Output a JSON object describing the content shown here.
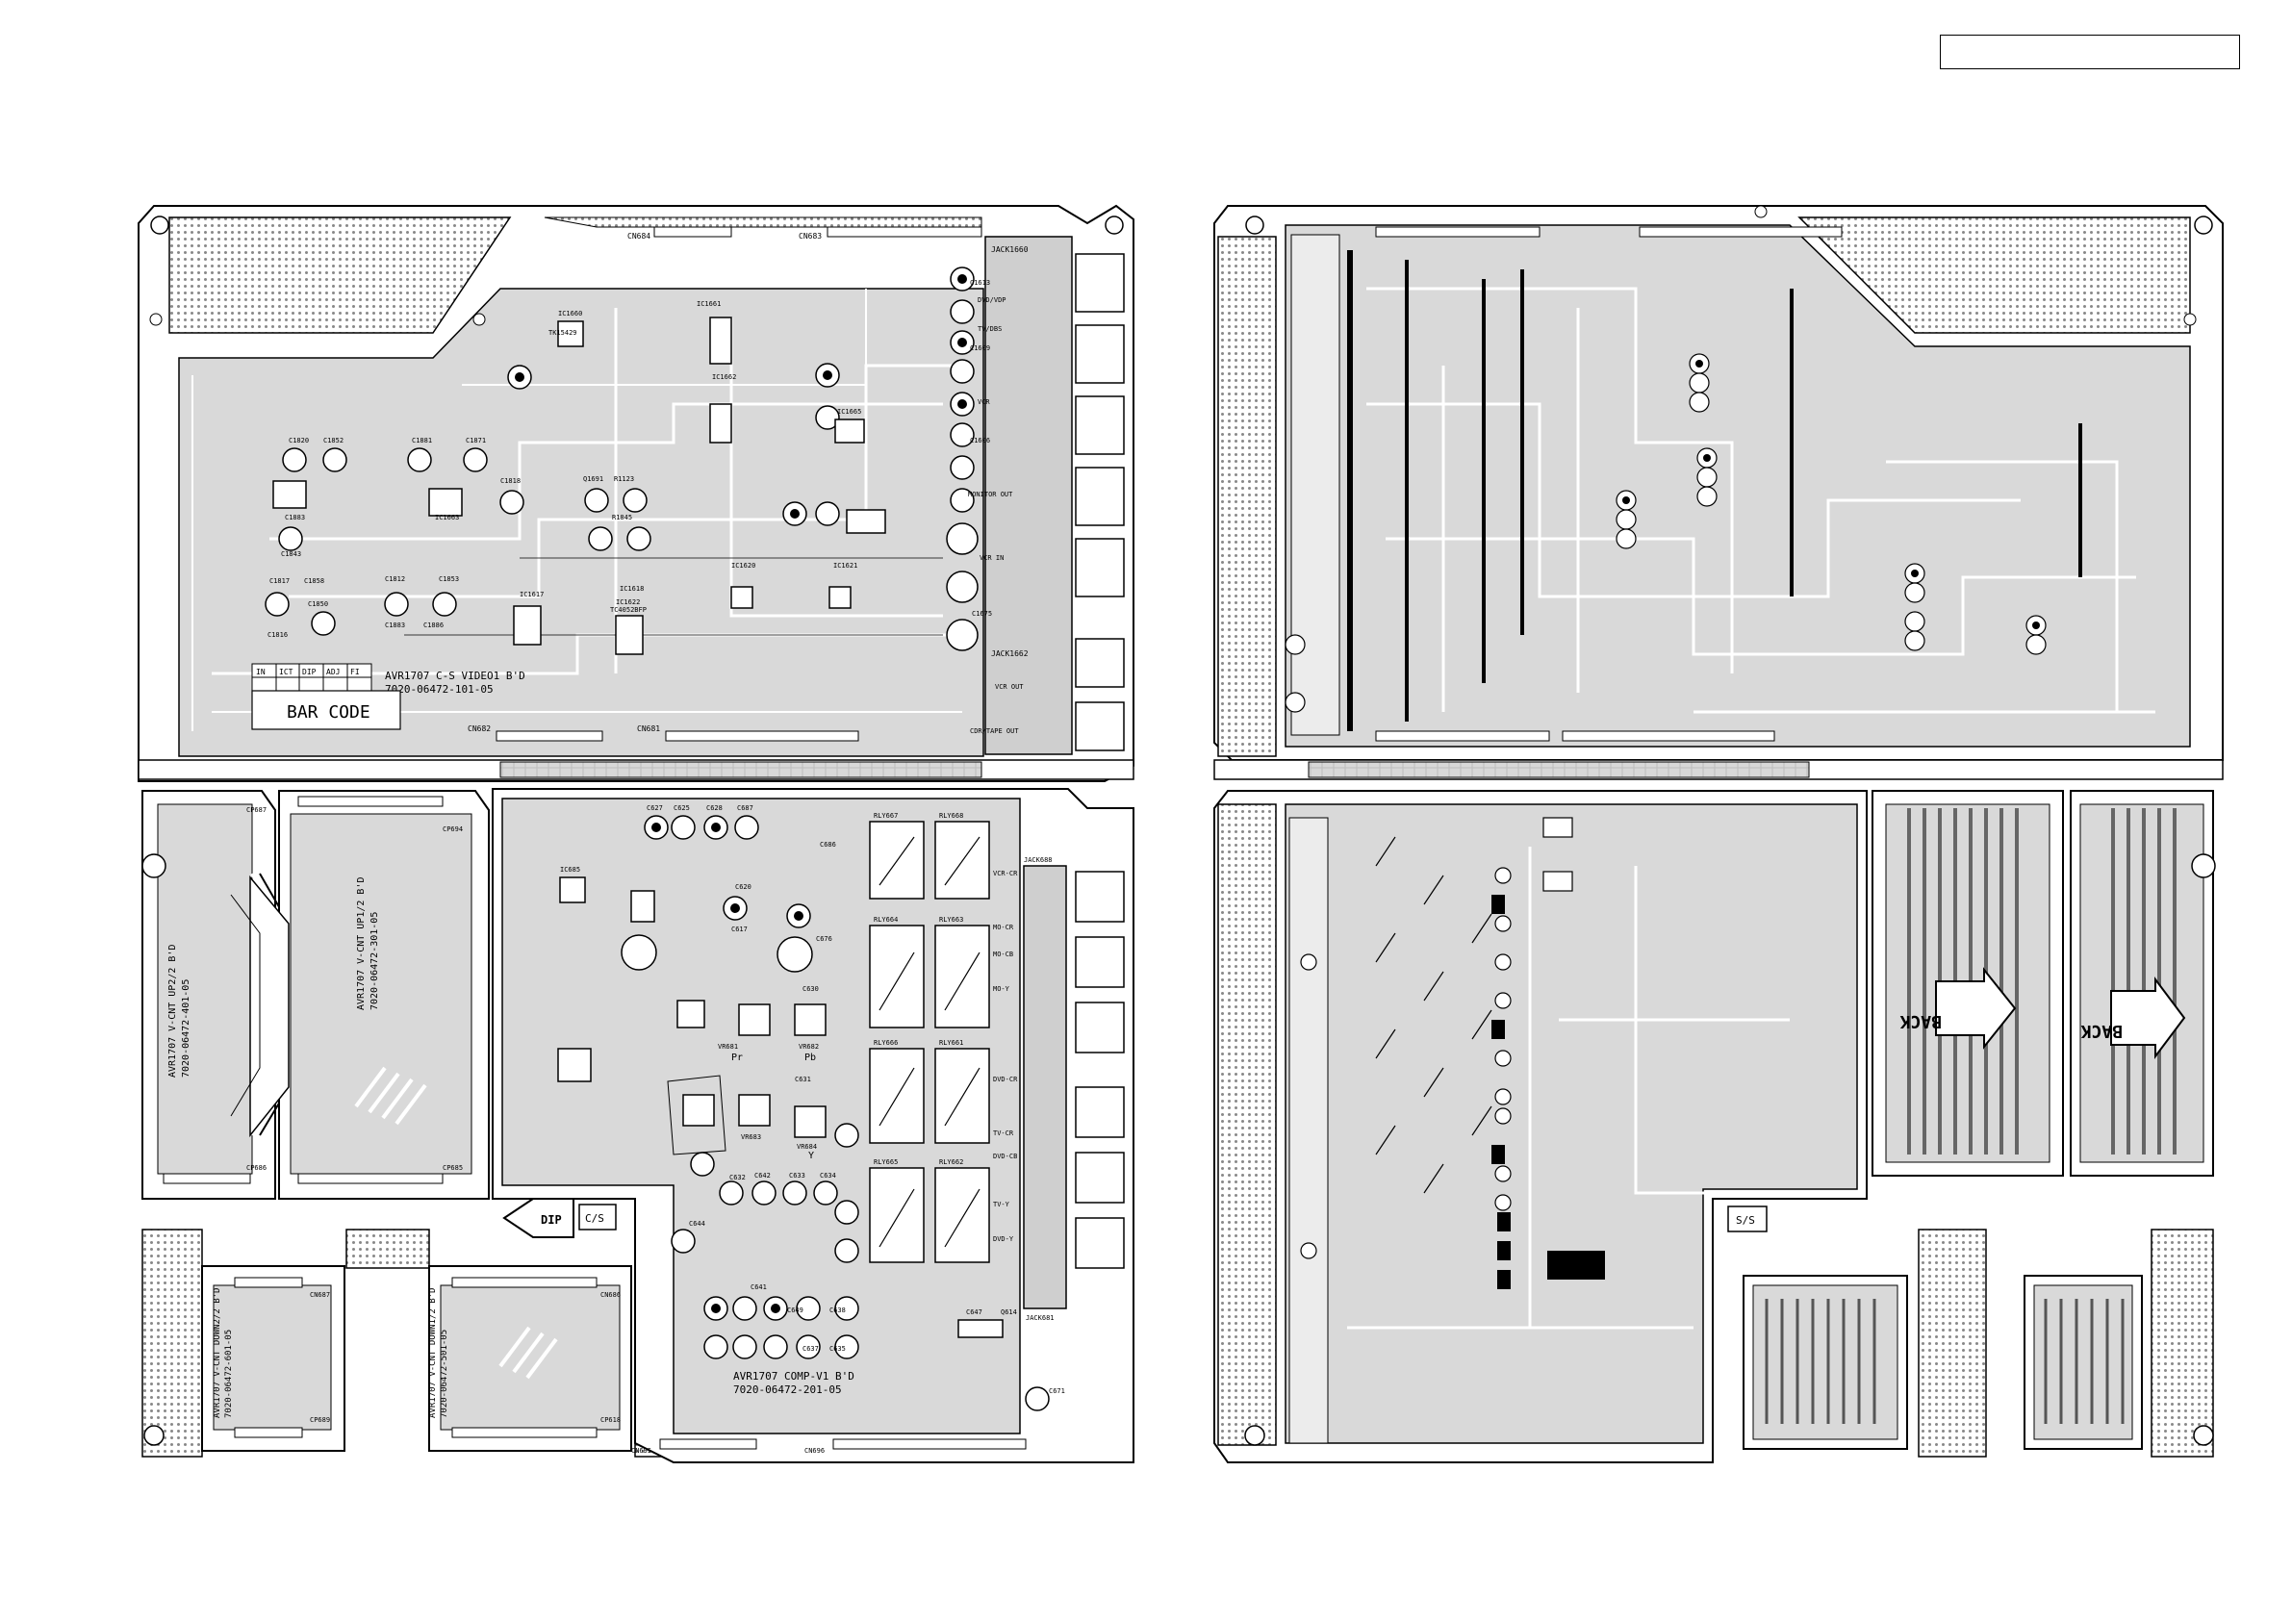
{
  "boards": {
    "video1": {
      "label": "AVR1707 C-S VIDEO1 B'D",
      "code": "7020-06472-101-05",
      "barcode": "BAR CODE",
      "table_headers": [
        "IN",
        "ICT",
        "DIP",
        "ADJ",
        "FI"
      ],
      "connectors": [
        "CN684",
        "CN683",
        "CN682",
        "CN681"
      ],
      "jacks": [
        "JACK1660",
        "JACK1662"
      ],
      "jack_labels": [
        "DVD/VDP",
        "TV/DBS",
        "VCR",
        "MONITOR OUT",
        "VCR IN",
        "VCR OUT",
        "CDR/TAPE OUT"
      ],
      "ics": [
        "IC1660",
        "IC1661",
        "IC1662",
        "IC1663",
        "IC1665",
        "IC1617",
        "IC1618",
        "IC1620",
        "IC1621",
        "IC1622"
      ],
      "parts": [
        "C1820",
        "C1852",
        "C1881",
        "C1871",
        "C1818",
        "C1883",
        "C1843",
        "C1817",
        "C1858",
        "C1812",
        "C1853",
        "C1816",
        "C1883",
        "C1850",
        "C1886",
        "C1613",
        "C1609",
        "C1606",
        "C1675",
        "Q1691",
        "R1123",
        "R1845"
      ],
      "transistor_type": "TK15429",
      "ic_type": "TC4052BFP"
    },
    "vcnt_up22": {
      "label": "AVR1707 V-CNT UP2/2 B'D",
      "code": "7020-06472-401-05",
      "connectors": [
        "CP687",
        "CP686"
      ]
    },
    "vcnt_up12": {
      "label": "AVR1707 V-CNT UP1/2 B'D",
      "code": "7020-06472-301-05",
      "connectors": [
        "CP694",
        "CP685"
      ]
    },
    "vcnt_down22": {
      "label": "AVR1707 V-CNT DOWN2/2 B'D",
      "code": "7020-06472-601-05",
      "connectors": [
        "CN687",
        "CP689"
      ]
    },
    "vcnt_down12": {
      "label": "AVR1707 V-CNT DOWN1/2 B'D",
      "code": "7020-06472-501-05",
      "connectors": [
        "CN686",
        "CP618"
      ]
    },
    "comp_v1": {
      "label": "AVR1707 COMP-V1 B'D",
      "code": "7020-06472-201-05",
      "connectors": [
        "CN695",
        "CN696"
      ],
      "relays": [
        "RLY667",
        "RLY668",
        "RLY664",
        "RLY663",
        "RLY666",
        "RLY661",
        "RLY665",
        "RLY662"
      ],
      "vr": [
        "VR681",
        "VR682",
        "VR683",
        "VR684"
      ],
      "vr_labels": [
        "Pr",
        "Pb",
        "Y"
      ],
      "jacks": [
        "JACK688",
        "JACK681"
      ],
      "jack_labels": [
        "VCR-CR",
        "MO-CR",
        "MO-CB",
        "MO-Y",
        "DVD-CR",
        "DVD-CB",
        "TV-CR",
        "TV-Y",
        "DVD-Y"
      ],
      "parts": [
        "C627",
        "C625",
        "C628",
        "C687",
        "C686",
        "C620",
        "C676",
        "C617",
        "C630",
        "C631",
        "C632",
        "C633",
        "C634",
        "C642",
        "C644",
        "C641",
        "C649",
        "C638",
        "C635",
        "C637",
        "C647",
        "C671",
        "Q614",
        "IC685"
      ]
    },
    "back_labels": [
      "BACK",
      "BACK"
    ],
    "dip_label": "DIP",
    "cs_label": "C/S",
    "ss_label": "S/S"
  }
}
